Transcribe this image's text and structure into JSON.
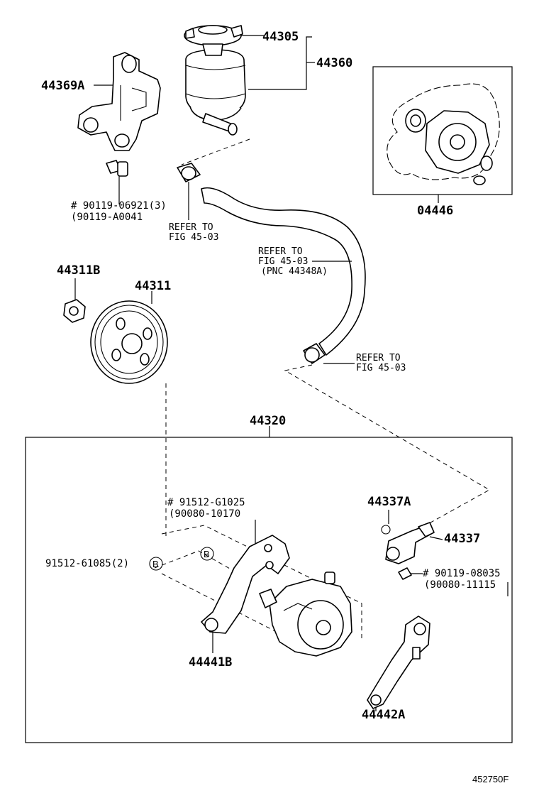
{
  "labels": {
    "p44305": "44305",
    "p44360": "44360",
    "p44369A": "44369A",
    "p04446": "04446",
    "bolt1_a": "# 90119-06921(3)",
    "bolt1_b": "(90119-A0041",
    "ref_clamp_a": "REFER TO",
    "ref_clamp_b": "FIG 45-03",
    "ref_hose_a": "REFER TO",
    "ref_hose_b": "FIG 45-03",
    "ref_hose_c": "(PNC 44348A)",
    "ref_low_a": "REFER TO",
    "ref_low_b": "FIG 45-03",
    "p44311B": "44311B",
    "p44311": "44311",
    "p44320": "44320",
    "bolt2_a": "# 91512-G1025",
    "bolt2_b": "(90080-10170",
    "p44337A": "44337A",
    "p44337": "44337",
    "bolt3": "91512-61085(2)",
    "bolt4_a": "# 90119-08035",
    "bolt4_b": "(90080-11115",
    "p44441B": "44441B",
    "p44442A": "44442A",
    "marker_b": "B",
    "diagram_code": "452750F"
  }
}
